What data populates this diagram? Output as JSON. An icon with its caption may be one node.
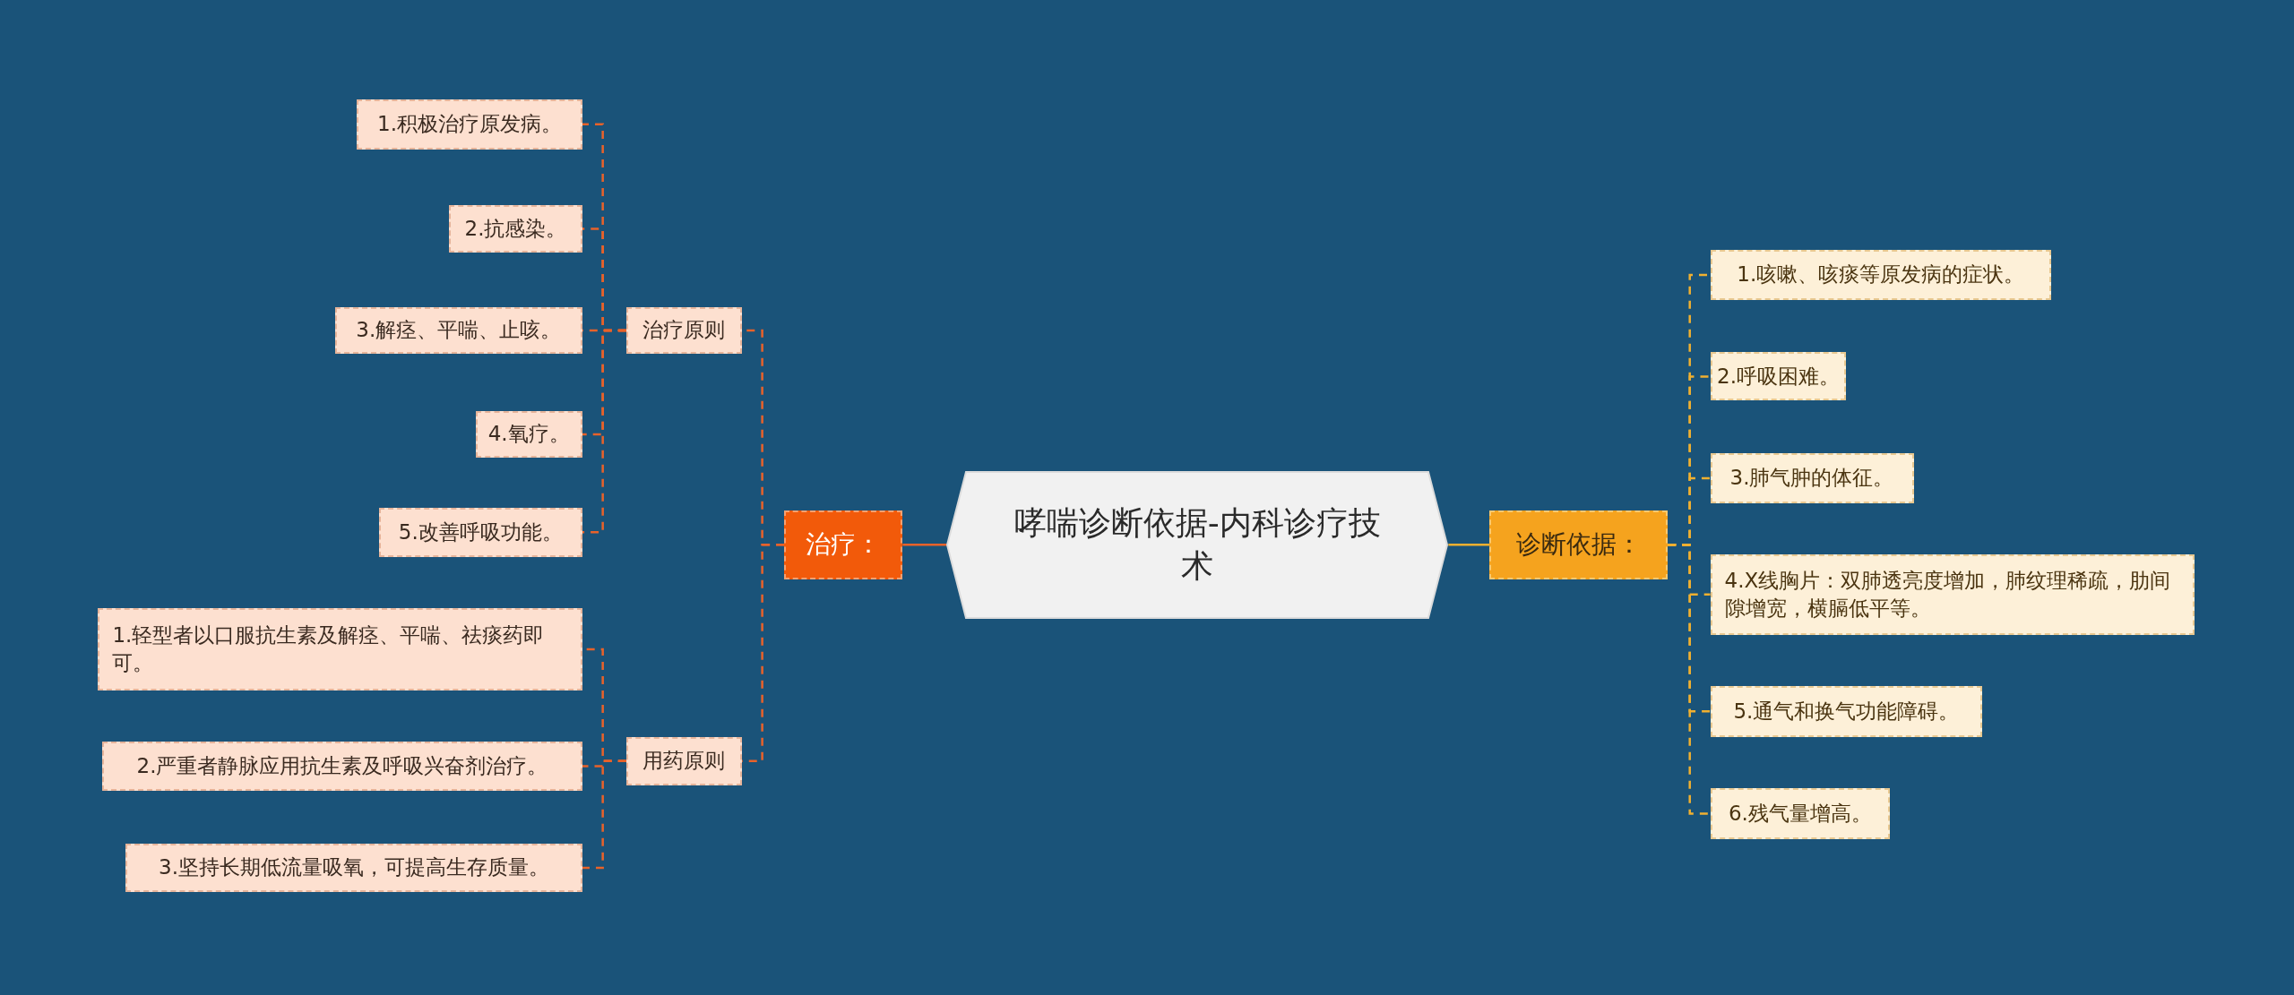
{
  "diagram": {
    "nodes": [
      {
        "text": [
          "哮喘诊断依据-内科诊疗技术"
        ]
      },
      {
        "text": [
          "治疗："
        ]
      },
      {
        "text": [
          "治疗原则"
        ]
      },
      {
        "text": [
          "1.积极治疗原发病。"
        ]
      },
      {
        "text": [
          "2.抗感染。"
        ]
      },
      {
        "text": [
          "3.解痉、平喘、止咳。"
        ]
      },
      {
        "text": [
          "4.氧疗。"
        ]
      },
      {
        "text": [
          "5.改善呼吸功能。"
        ]
      },
      {
        "text": [
          "用药原则"
        ]
      },
      {
        "text": [
          "1.轻型者以口服抗生素及解痉、平喘、祛痰药即可。"
        ]
      },
      {
        "text": [
          "2.严重者静脉应用抗生素及呼吸兴奋剂治疗。"
        ]
      },
      {
        "text": [
          "3.坚持长期低流量吸氧，可提高生存质量。"
        ]
      },
      {
        "text": [
          "诊断依据："
        ]
      },
      {
        "text": [
          "1.咳嗽、咳痰等原发病的症状。"
        ]
      },
      {
        "text": [
          "2.呼吸困难。"
        ]
      },
      {
        "text": [
          "3.肺气肿的体征。"
        ]
      },
      {
        "text": [
          "4.X线胸片：双肺透亮度增加，肺纹理稀疏，肋间隙增宽，横膈低平等。"
        ]
      },
      {
        "text": [
          "5.通气和换气功能障碍。"
        ]
      },
      {
        "text": [
          "6.残气量增高。"
        ]
      }
    ],
    "edges": [
      {
        "from": 0,
        "to": 1,
        "arrow": "none"
      },
      {
        "from": 1,
        "to": 2,
        "arrow": "none",
        "style": "dashed"
      },
      {
        "from": 2,
        "to": 3,
        "arrow": "none",
        "style": "dashed"
      },
      {
        "from": 2,
        "to": 4,
        "arrow": "none",
        "style": "dashed"
      },
      {
        "from": 2,
        "to": 5,
        "arrow": "none",
        "style": "dashed"
      },
      {
        "from": 2,
        "to": 6,
        "arrow": "none",
        "style": "dashed"
      },
      {
        "from": 2,
        "to": 7,
        "arrow": "none",
        "style": "dashed"
      },
      {
        "from": 1,
        "to": 8,
        "arrow": "none",
        "style": "dashed"
      },
      {
        "from": 8,
        "to": 9,
        "arrow": "none",
        "style": "dashed"
      },
      {
        "from": 8,
        "to": 10,
        "arrow": "none",
        "style": "dashed"
      },
      {
        "from": 8,
        "to": 11,
        "arrow": "none",
        "style": "dashed"
      },
      {
        "from": 0,
        "to": 12,
        "arrow": "none",
        "color": "#f0b030"
      },
      {
        "from": 12,
        "to": 13,
        "arrow": "none",
        "style": "dashed",
        "color": "#f0b030"
      },
      {
        "from": 12,
        "to": 14,
        "arrow": "none",
        "style": "dashed",
        "color": "#f0b030"
      },
      {
        "from": 12,
        "to": 15,
        "arrow": "none",
        "style": "dashed",
        "color": "#f0b030"
      },
      {
        "from": 12,
        "to": 16,
        "arrow": "none",
        "style": "dashed",
        "color": "#f0b030"
      },
      {
        "from": 12,
        "to": 17,
        "arrow": "none",
        "style": "dashed",
        "color": "#f0b030"
      },
      {
        "from": 12,
        "to": 18,
        "arrow": "none",
        "style": "dashed",
        "color": "#f0b030"
      }
    ]
  }
}
